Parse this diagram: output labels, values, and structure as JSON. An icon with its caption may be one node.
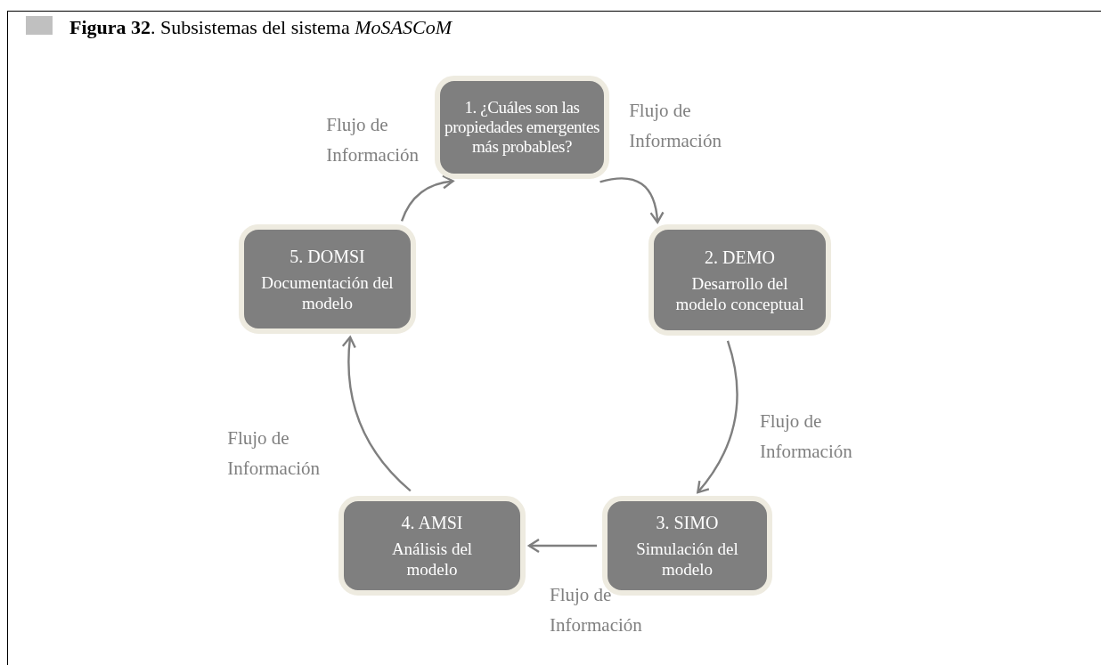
{
  "diagram": {
    "title": "**Figura 32**. Subsistemas del sistema *MoSASCoM*",
    "nodes": [
      {
        "text": [
          "1. ¿Cuáles son las propiedades emergentes más probables?"
        ]
      },
      {
        "text": [
          "2. DEMO",
          "Desarrollo del modelo conceptual"
        ]
      },
      {
        "text": [
          "3. SIMO",
          "Simulación del modelo"
        ]
      },
      {
        "text": [
          "4. AMSI",
          "Análisis del modelo"
        ]
      },
      {
        "text": [
          "5. DOMSI",
          "Documentación del modelo"
        ]
      }
    ],
    "edges": [
      {
        "from": 0,
        "to": 1,
        "arrow": "to",
        "label": "Flujo de Información"
      },
      {
        "from": 1,
        "to": 2,
        "arrow": "to",
        "label": "Flujo de Información"
      },
      {
        "from": 2,
        "to": 3,
        "arrow": "to",
        "label": "Flujo de Información"
      },
      {
        "from": 3,
        "to": 4,
        "arrow": "to",
        "label": "Flujo de Información"
      },
      {
        "from": 4,
        "to": 0,
        "arrow": "to",
        "label": "Flujo de Información"
      }
    ]
  }
}
